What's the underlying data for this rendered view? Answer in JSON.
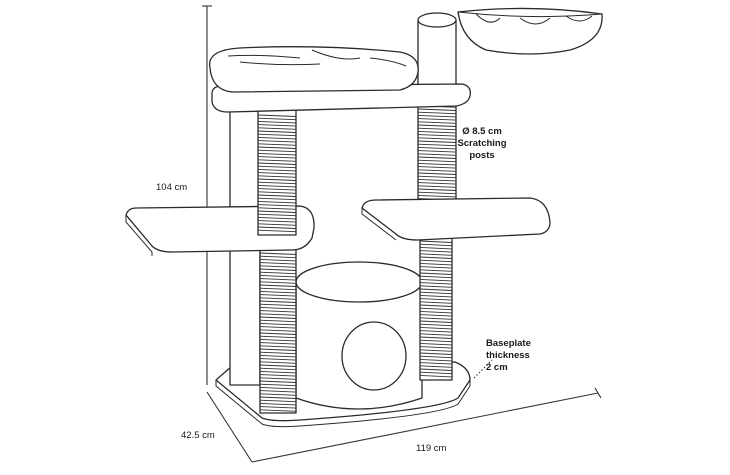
{
  "dimensions": {
    "height": "104 cm",
    "depth": "42.5 cm",
    "width": "119 cm"
  },
  "annotations": {
    "posts_line1": "Ø 8.5 cm",
    "posts_line2": "Scratching",
    "posts_line3": "posts",
    "base_line1": "Baseplate",
    "base_line2": "thickness",
    "base_line3": "2 cm"
  }
}
